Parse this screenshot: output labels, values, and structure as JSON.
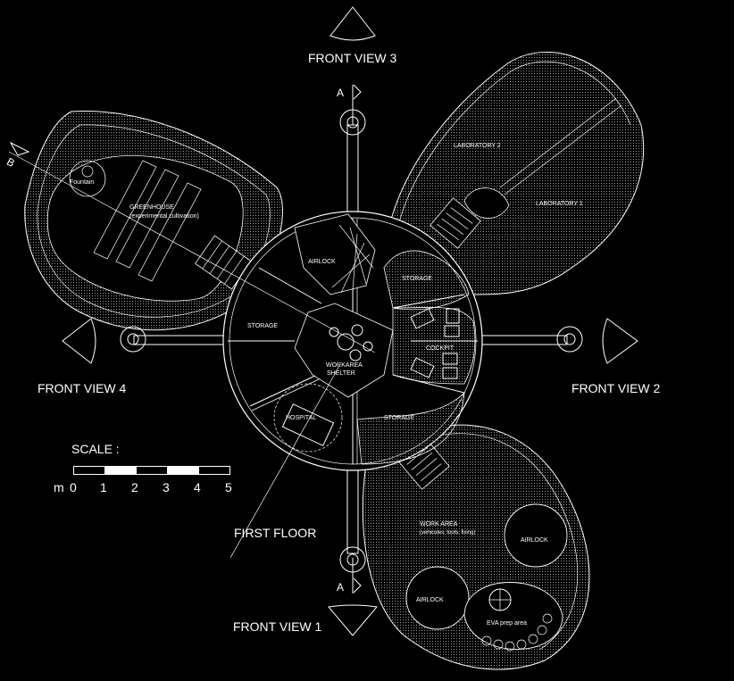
{
  "views": {
    "front_view_1": "FRONT VIEW 1",
    "front_view_2": "FRONT VIEW 2",
    "front_view_3": "FRONT VIEW 3",
    "front_view_4": "FRONT VIEW 4"
  },
  "floor_label": "FIRST FLOOR",
  "section_marks": {
    "a_top": "A",
    "a_bottom": "A",
    "b": "B"
  },
  "rooms": {
    "greenhouse": "GREENHOUSE",
    "greenhouse_sub": "(experimental cultivation)",
    "fountain": "Fountain",
    "laboratory_1": "LABORATORY 1",
    "laboratory_2": "LABORATORY 2",
    "airlock_center": "AIRLOCK",
    "storage_left": "STORAGE",
    "storage_top": "STORAGE",
    "storage_bottom": "STORAGE",
    "cockpit": "COCKPIT",
    "workarea_center": "WORKAREA",
    "shelter": "SHELTER",
    "hospital": "HOSPITAL",
    "workarea_lower": "WORK AREA",
    "workarea_lower_sub": "(vehicules, tools, fixing)",
    "airlock_lower_right": "AIRLOCK",
    "airlock_lower_left": "AIRLOCK",
    "eva_prep": "EVA prep area"
  },
  "scale": {
    "title": "SCALE :",
    "unit": "m",
    "ticks": [
      "0",
      "1",
      "2",
      "3",
      "4",
      "5"
    ]
  }
}
